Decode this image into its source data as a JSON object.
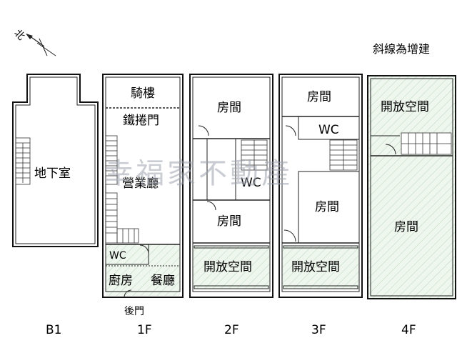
{
  "north_label": "北",
  "legend": "斜線為增建",
  "watermark": "幸福家不動產",
  "floors": [
    {
      "code": "B1",
      "rooms": [
        "地下室"
      ]
    },
    {
      "code": "1F",
      "rooms": [
        "騎樓",
        "鐵捲門",
        "營業廳",
        "WC",
        "廚房",
        "餐廳"
      ],
      "note": "後門"
    },
    {
      "code": "2F",
      "rooms": [
        "房間",
        "WC",
        "房間",
        "開放空間"
      ]
    },
    {
      "code": "3F",
      "rooms": [
        "房間",
        "WC",
        "房間",
        "開放空間"
      ]
    },
    {
      "code": "4F",
      "rooms": [
        "開放空間",
        "房間"
      ]
    }
  ],
  "colors": {
    "hatch": "#cfe3cf",
    "wall": "#111111",
    "watermark": "#9ca3ad"
  }
}
